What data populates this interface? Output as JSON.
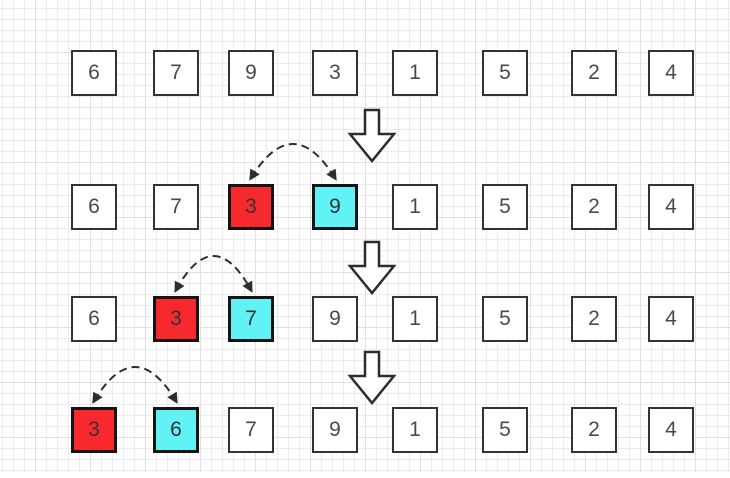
{
  "diagram": {
    "rows": [
      {
        "values": [
          "6",
          "7",
          "9",
          "3",
          "1",
          "5",
          "2",
          "4"
        ],
        "red_index": null,
        "cyan_index": null
      },
      {
        "values": [
          "6",
          "7",
          "3",
          "9",
          "1",
          "5",
          "2",
          "4"
        ],
        "red_index": 2,
        "cyan_index": 3
      },
      {
        "values": [
          "6",
          "3",
          "7",
          "9",
          "1",
          "5",
          "2",
          "4"
        ],
        "red_index": 1,
        "cyan_index": 2
      },
      {
        "values": [
          "3",
          "6",
          "7",
          "9",
          "1",
          "5",
          "2",
          "4"
        ],
        "red_index": 0,
        "cyan_index": 1
      }
    ],
    "swap_arcs": [
      {
        "row": 1,
        "from": 2,
        "to": 3
      },
      {
        "row": 2,
        "from": 1,
        "to": 2
      },
      {
        "row": 3,
        "from": 0,
        "to": 1
      }
    ],
    "down_arrows": [
      {
        "after_row": 0
      },
      {
        "after_row": 1
      },
      {
        "after_row": 2
      }
    ],
    "icons": {
      "down_arrow": "hollow-block-arrow-down",
      "swap_arc": "dashed-arc-double-arrowhead"
    }
  },
  "colors": {
    "highlight_red": "#f8282f",
    "highlight_cyan": "#60f2f4",
    "cell_fill": "#ffffff",
    "cell_border": "#333333",
    "highlight_border": "#141414",
    "digit": "#4a4a4a",
    "connector": "#2d2d2d",
    "grid_minor": "#ececec",
    "grid_major": "#e0e0e0",
    "canvas_background": "#ffffff"
  }
}
